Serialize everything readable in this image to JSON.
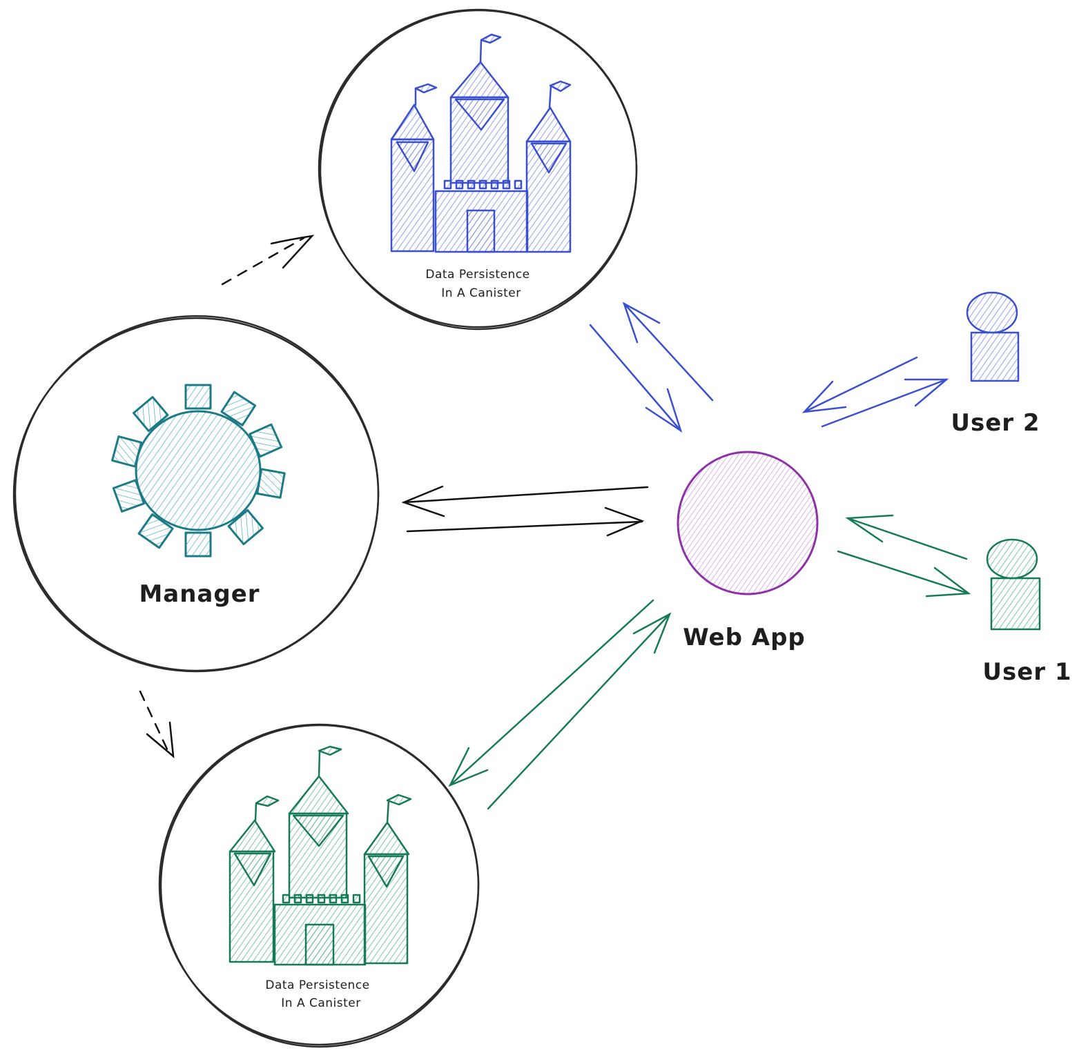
{
  "diagram": {
    "title": "Web App with Manager and Data Persistence Canisters",
    "colors": {
      "canister_top": "#3a4fd0",
      "canister_bottom": "#177a57",
      "manager": "#1c7b86",
      "web_app": "#8e32a8",
      "user_2": "#3a4fd0",
      "user_1": "#177a57",
      "outline": "#2b2b2e"
    },
    "nodes": {
      "canister_top": {
        "label_line1": "Data Persistence",
        "label_line2": "In A Canister",
        "icon": "castle-icon"
      },
      "canister_bottom": {
        "label_line1": "Data Persistence",
        "label_line2": "In A Canister",
        "icon": "castle-icon"
      },
      "manager": {
        "label": "Manager",
        "icon": "gear-icon"
      },
      "web_app": {
        "label": "Web App",
        "icon": "circle-icon"
      },
      "user_2": {
        "label": "User 2",
        "icon": "user-icon"
      },
      "user_1": {
        "label": "User 1",
        "icon": "user-icon"
      }
    },
    "edges": [
      {
        "from": "manager",
        "to": "canister_top",
        "style": "dashed"
      },
      {
        "from": "manager",
        "to": "canister_bottom",
        "style": "dashed"
      },
      {
        "from": "web_app",
        "to": "manager",
        "style": "solid"
      },
      {
        "from": "manager",
        "to": "web_app",
        "style": "solid"
      },
      {
        "from": "canister_top",
        "to": "web_app",
        "style": "solid"
      },
      {
        "from": "web_app",
        "to": "canister_top",
        "style": "solid"
      },
      {
        "from": "canister_bottom",
        "to": "web_app",
        "style": "solid"
      },
      {
        "from": "web_app",
        "to": "canister_bottom",
        "style": "solid"
      },
      {
        "from": "user_2",
        "to": "web_app",
        "style": "solid"
      },
      {
        "from": "web_app",
        "to": "user_2",
        "style": "solid"
      },
      {
        "from": "user_1",
        "to": "web_app",
        "style": "solid"
      },
      {
        "from": "web_app",
        "to": "user_1",
        "style": "solid"
      }
    ]
  }
}
